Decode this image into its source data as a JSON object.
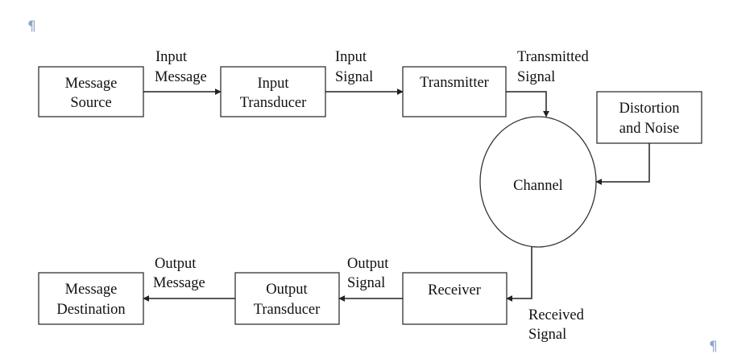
{
  "pilcrow": "¶",
  "colors": {
    "stroke": "#222222",
    "text": "#111111",
    "pilcrow": "#8fa5c9"
  },
  "nodes": {
    "message_source": [
      "Message",
      "Source"
    ],
    "input_transducer": [
      "Input",
      "Transducer"
    ],
    "transmitter": [
      "Transmitter"
    ],
    "distortion_noise": [
      "Distortion",
      "and Noise"
    ],
    "channel": [
      "Channel"
    ],
    "receiver": [
      "Receiver"
    ],
    "output_transducer": [
      "Output",
      "Transducer"
    ],
    "message_destination": [
      "Message",
      "Destination"
    ]
  },
  "edges": {
    "input_message": [
      "Input",
      "Message"
    ],
    "input_signal": [
      "Input",
      "Signal"
    ],
    "transmitted_signal": [
      "Transmitted",
      "Signal"
    ],
    "received_signal": [
      "Received",
      "Signal"
    ],
    "output_signal": [
      "Output",
      "Signal"
    ],
    "output_message": [
      "Output",
      "Message"
    ]
  }
}
